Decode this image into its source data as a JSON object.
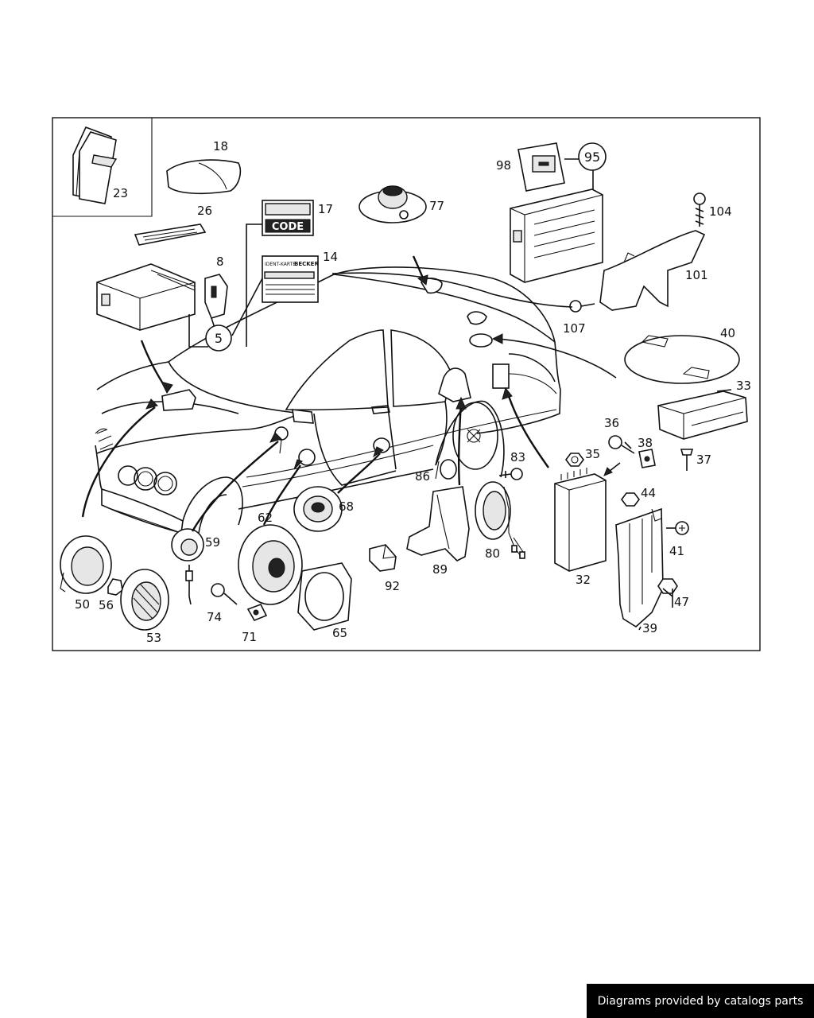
{
  "callouts": {
    "c18": "18",
    "c23": "23",
    "c26": "26",
    "c17": "17",
    "c14": "14",
    "c8": "8",
    "c5": "5",
    "c77": "77",
    "c98": "98",
    "c95": "95",
    "c104": "104",
    "c101": "101",
    "c107": "107",
    "c40": "40",
    "c33": "33",
    "c36": "36",
    "c35": "35",
    "c38": "38",
    "c37": "37",
    "c83": "83",
    "c86": "86",
    "c44": "44",
    "c41": "41",
    "c47": "47",
    "c39": "39",
    "c32": "32",
    "c80": "80",
    "c89": "89",
    "c92": "92",
    "c68": "68",
    "c62": "62",
    "c59": "59",
    "c50": "50",
    "c56": "56",
    "c53": "53",
    "c74": "74",
    "c71": "71",
    "c65": "65"
  },
  "part_text": {
    "code_label": "CODE",
    "ident_card": "IDENT-KARTE",
    "brand": "BECKER"
  },
  "footer": {
    "credit": "Diagrams provided by catalogs parts"
  }
}
